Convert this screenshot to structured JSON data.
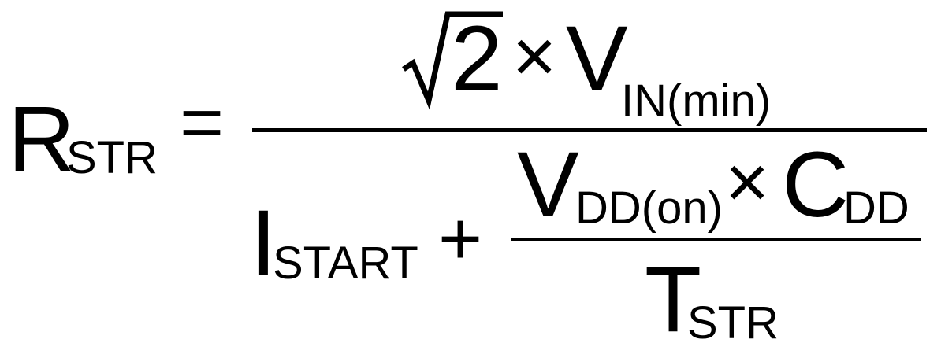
{
  "formula": {
    "lhs": {
      "main": "R",
      "subscript": "STR"
    },
    "equals": "=",
    "numerator": {
      "radicand": "2",
      "times": "×",
      "variable": "V",
      "subscript": "IN(min)"
    },
    "denominator": {
      "term1": {
        "main": "I",
        "subscript": "START"
      },
      "plus": "+",
      "inner_numerator": {
        "v_main": "V",
        "v_subscript": "DD(on)",
        "times": "×",
        "c_main": "C",
        "c_subscript": "DD"
      },
      "inner_denominator": {
        "main": "T",
        "subscript": "STR"
      }
    }
  }
}
